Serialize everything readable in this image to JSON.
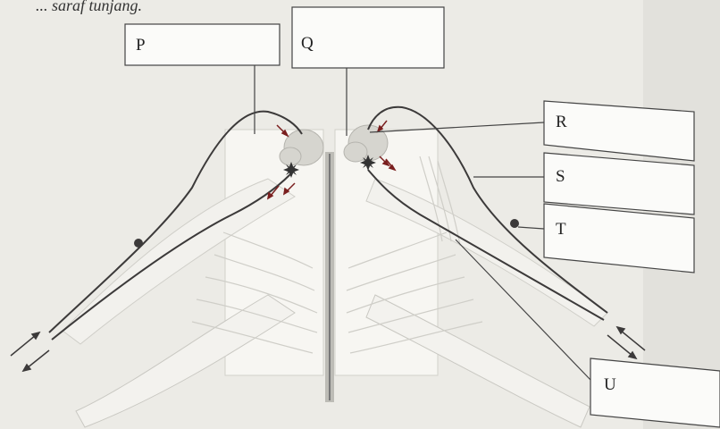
{
  "caption": "... saraf tunjang.",
  "labels": {
    "P": "P",
    "Q": "Q",
    "R": "R",
    "S": "S",
    "T": "T",
    "U": "U"
  },
  "colors": {
    "background": "#ecebe6",
    "tissue": "#f6f5f1",
    "tissue_shade": "#d9d8d2",
    "nerve_line": "#3c3a3a",
    "box_border": "#444444",
    "arrow": "#7a1f1f"
  }
}
